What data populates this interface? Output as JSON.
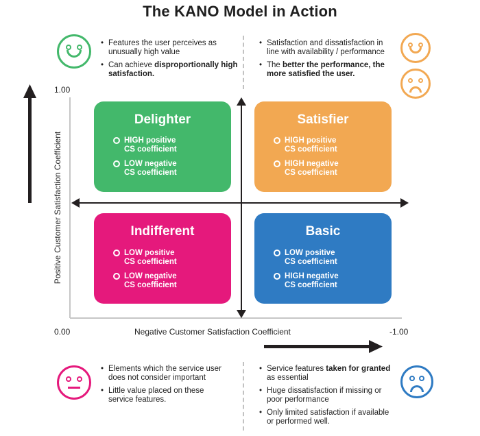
{
  "title": "The KANO Model in Action",
  "top_left_note": [
    {
      "text": "Features the user perceives as unusually high value"
    },
    {
      "pre": "Can achieve ",
      "bold": "disproportionally high satisfaction."
    }
  ],
  "top_right_note": [
    {
      "text": "Satisfaction and dissatisfaction in line with availability / performance"
    },
    {
      "pre": "The ",
      "bold": "better the performance, the more satisfied the user."
    }
  ],
  "bottom_left_note": [
    {
      "text": "Elements which the service user does not consider important"
    },
    {
      "text": "Little value placed on these service features."
    }
  ],
  "bottom_right_note": [
    {
      "pre": "Service features ",
      "bold": "taken for granted",
      "post": " as essential"
    },
    {
      "text": "Huge dissatisfaction if missing or poor performance"
    },
    {
      "text": "Only limited satisfaction if available or performed well."
    }
  ],
  "quadrants": {
    "delighter": {
      "title": "Delighter",
      "line1": "HIGH positive\nCS coefficient",
      "line2": "LOW negative\nCS coefficient"
    },
    "satisfier": {
      "title": "Satisfier",
      "line1": "HIGH positive\nCS coefficient",
      "line2": "HIGH negative\nCS coefficient"
    },
    "indifferent": {
      "title": "Indifferent",
      "line1": "LOW positive\nCS coefficient",
      "line2": "LOW negative\nCS coefficient"
    },
    "basic": {
      "title": "Basic",
      "line1": "LOW positive\nCS coefficient",
      "line2": "HIGH negative\nCS coefficient"
    }
  },
  "axes": {
    "y_title": "Positive Customer Satisfaction Coefficient",
    "x_title": "Negative Customer Satisfaction Coefficient",
    "y_top_label": "1.00",
    "origin_label": "0.00",
    "x_right_label": "-1.00"
  },
  "colors": {
    "delighter": "#43b86b",
    "satisfier": "#f2a852",
    "indifferent": "#e5197c",
    "basic": "#2f7bc3",
    "happy_face": "#43b86b",
    "satisfier_face": "#f2a852",
    "indifferent_face": "#e5197c",
    "basic_face": "#2f7bc3",
    "arrow": "#231f20"
  }
}
